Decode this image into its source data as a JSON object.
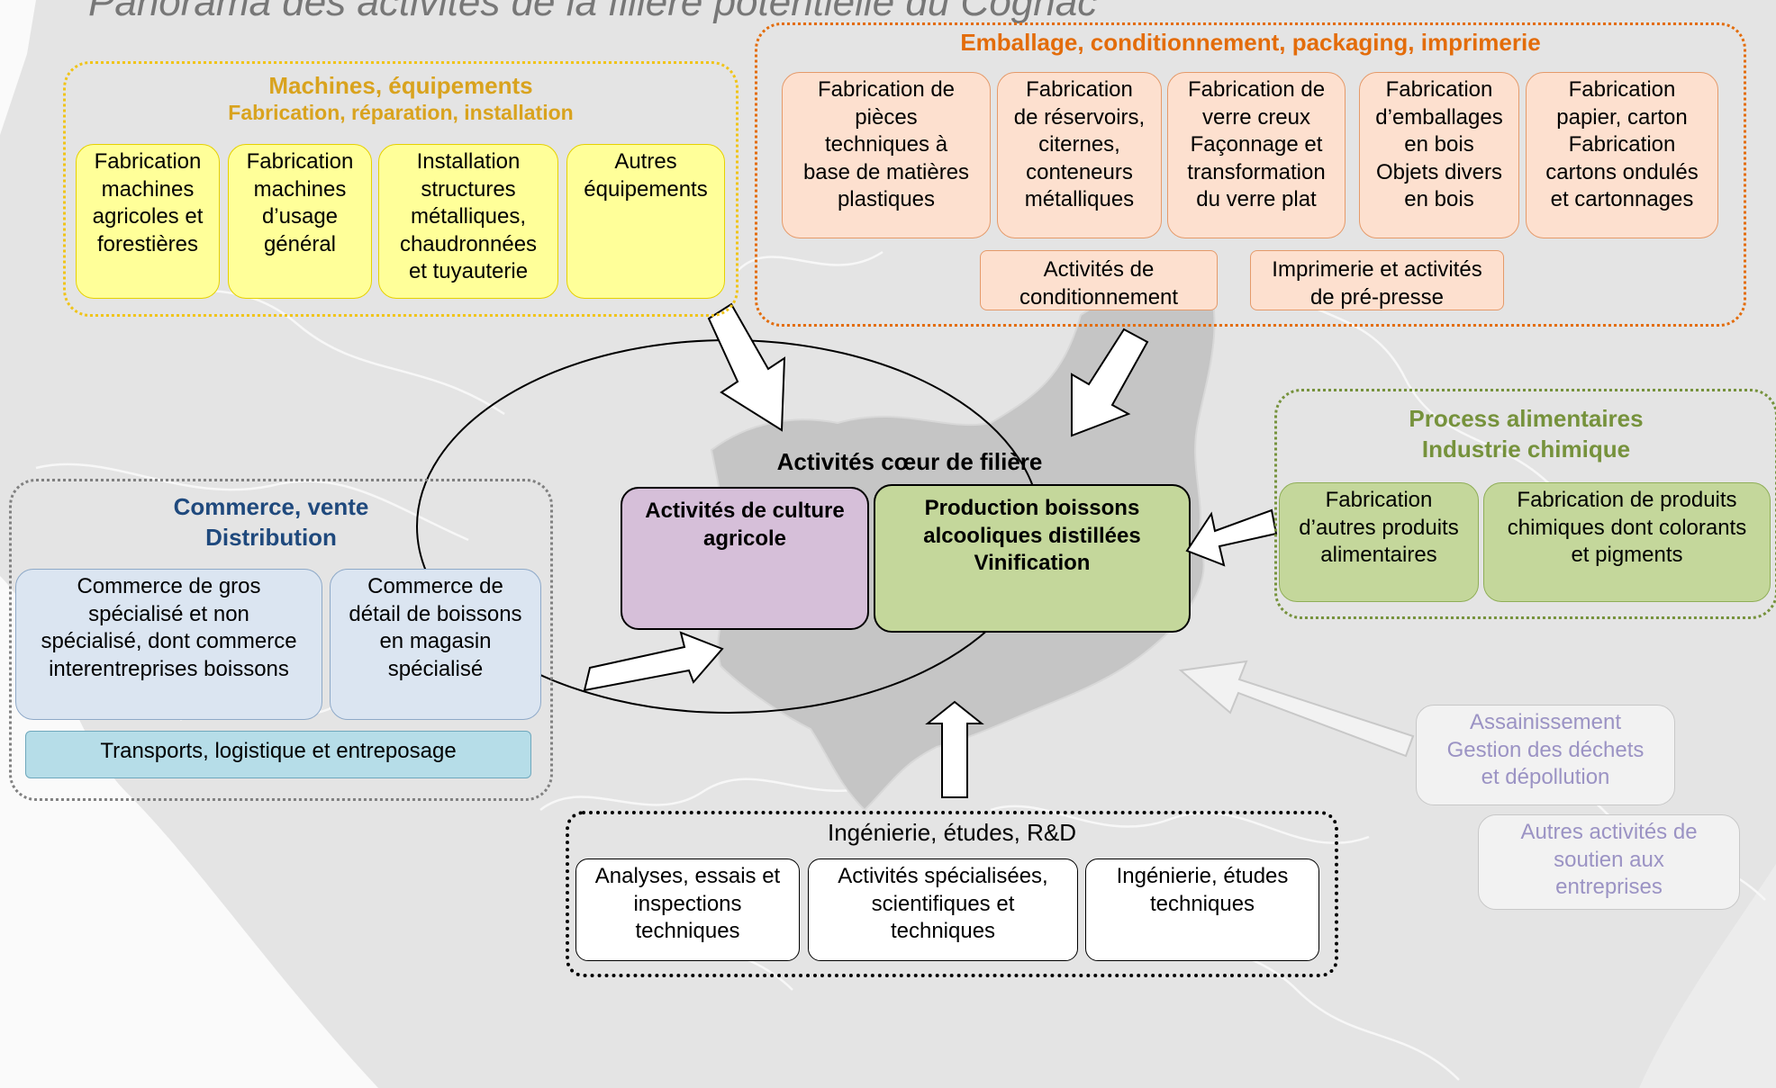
{
  "title": "Panorama des activités de la filière potentielle du Cognac",
  "core": {
    "title": "Activités cœur de filière",
    "culture": "Activités de culture\nagricole",
    "production": "Production boissons\nalcooliques distillées\nVinification"
  },
  "machines": {
    "title": "Machines, équipements",
    "subtitle": "Fabrication, réparation, installation",
    "color": "#d9a31e",
    "items": [
      "Fabrication\nmachines\nagricoles et\nforestières",
      "Fabrication\nmachines\nd’usage\ngénéral",
      "Installation\nstructures\nmétalliques,\nchaudronnées\net tuyauterie",
      "Autres\néquipements"
    ]
  },
  "emballage": {
    "title": "Emballage, conditionnement, packaging, imprimerie",
    "color": "#e36c0a",
    "items": [
      "Fabrication de\npièces\ntechniques à\nbase de matières\nplastiques",
      "Fabrication\nde réservoirs,\nciternes,\nconteneurs\nmétalliques",
      "Fabrication de\nverre creux\nFaçonnage et\ntransformation\ndu verre plat",
      "Fabrication\nd’emballages\nen bois\nObjets divers\nen bois",
      "Fabrication\npapier, carton\nFabrication\ncartons ondulés\net cartonnages"
    ],
    "row2": [
      "Activités de\nconditionnement",
      "Imprimerie et activités\nde pré-presse"
    ]
  },
  "process": {
    "title": "Process alimentaires",
    "subtitle": "Industrie chimique",
    "color": "#76923c",
    "items": [
      "Fabrication\nd’autres produits\nalimentaires",
      "Fabrication de produits\nchimiques dont colorants\net pigments"
    ]
  },
  "commerce": {
    "title": "Commerce, vente",
    "subtitle": "Distribution",
    "color": "#1f497d",
    "items": [
      "Commerce de gros\nspécialisé et non\nspécialisé, dont commerce\ninterentreprises boissons",
      "Commerce de\ndétail de boissons\nen magasin\nspécialisé"
    ],
    "transport": "Transports, logistique et entreposage"
  },
  "ingenierie": {
    "title": "Ingénierie, études, R&D",
    "items": [
      "Analyses, essais et\ninspections\ntechniques",
      "Activités spécialisées,\nscientifiques et\ntechniques",
      "Ingénierie, études\ntechniques"
    ]
  },
  "support": {
    "items": [
      "Assainissement\nGestion des déchets\net dépollution",
      "Autres activités de\nsoutien aux\nentreprises"
    ]
  }
}
